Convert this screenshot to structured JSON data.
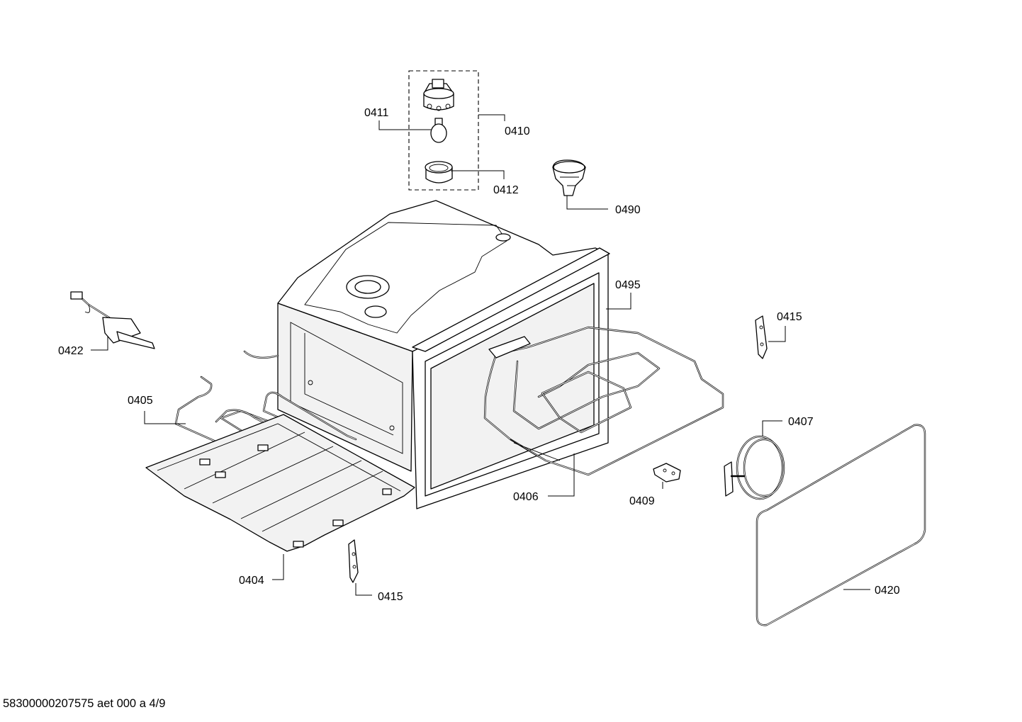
{
  "parts": [
    {
      "id": "0411"
    },
    {
      "id": "0410"
    },
    {
      "id": "0412"
    },
    {
      "id": "0490"
    },
    {
      "id": "0495"
    },
    {
      "id": "0415"
    },
    {
      "id": "0422"
    },
    {
      "id": "0405"
    },
    {
      "id": "0407"
    },
    {
      "id": "0406"
    },
    {
      "id": "0409"
    },
    {
      "id": "0404"
    },
    {
      "id": "0415"
    },
    {
      "id": "0420"
    }
  ],
  "footer": {
    "document_code": "58300000207575 aet 000 a 4/9"
  }
}
